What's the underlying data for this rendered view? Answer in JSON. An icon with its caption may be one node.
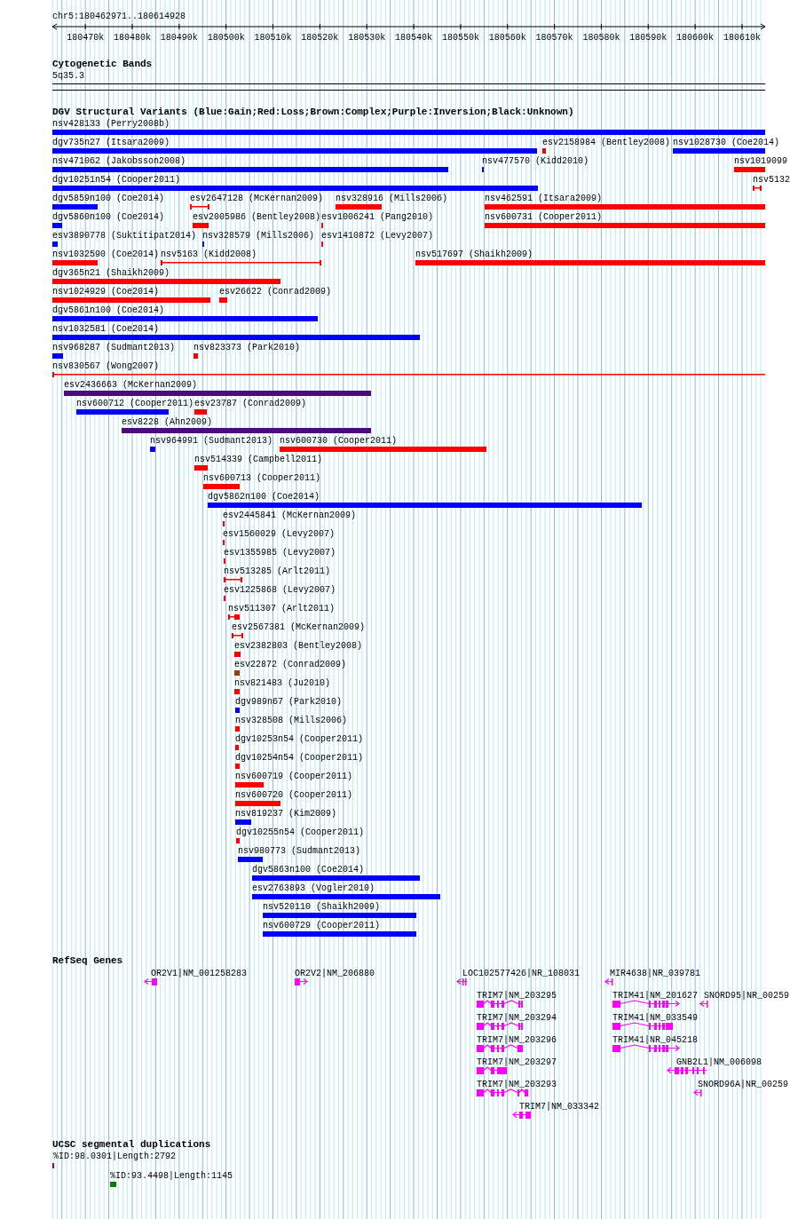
{
  "diagram": {
    "labels": [
      "chr5:180462971..180614928",
      "180470k",
      "180480k",
      "180490k",
      "180500k",
      "180510k",
      "180520k",
      "180530k",
      "180540k",
      "180550k",
      "180560k",
      "180570k",
      "180580k",
      "180590k",
      "180600k",
      "180610k",
      "Cytogenetic Bands",
      "5q35.3",
      "DGV Structural Variants (Blue:Gain;Red:Loss;Brown:Complex;Purple:Inversion;Black:Unknown)",
      "nsv428133 (Perry2008b)",
      "dgv735n27 (Itsara2009)",
      "esv2158984 (Bentley2008)",
      "nsv1028730 (Coe2014)",
      "nsv471062 (Jakobsson2008)",
      "nsv477570 (Kidd2010)",
      "nsv1019099",
      "dgv10251n54 (Cooper2011)",
      "nsv5132",
      "dgv5859n100 (Coe2014)",
      "esv2647128 (McKernan2009)",
      "nsv328916 (Mills2006)",
      "nsv462591 (Itsara2009)",
      "dgv5860n100 (Coe2014)",
      "esv2005986 (Bentley2008)",
      "esv1006241 (Pang2010)",
      "nsv600731 (Cooper2011)",
      "esv3890778 (Suktitipat2014)",
      "nsv328579 (Mills2006)",
      "esv1410872 (Levy2007)",
      "nsv1032590 (Coe2014)",
      "nsv5163 (Kidd2008)",
      "nsv517697 (Shaikh2009)",
      "dgv365n21 (Shaikh2009)",
      "nsv1024929 (Coe2014)",
      "esv26622 (Conrad2009)",
      "dgv5861n100 (Coe2014)",
      "nsv1032581 (Coe2014)",
      "nsv968287 (Sudmant2013)",
      "nsv823373 (Park2010)",
      "nsv830567 (Wong2007)",
      "esv2436663 (McKernan2009)",
      "nsv600712 (Cooper2011)",
      "esv23787 (Conrad2009)",
      "esv8228 (Ahn2009)",
      "nsv964991 (Sudmant2013)",
      "nsv600730 (Cooper2011)",
      "nsv514339 (Campbell2011)",
      "nsv600713 (Cooper2011)",
      "dgv5862n100 (Coe2014)",
      "esv2445841 (McKernan2009)",
      "esv1560029 (Levy2007)",
      "esv1355985 (Levy2007)",
      "nsv513285 (Arlt2011)",
      "esv1225868 (Levy2007)",
      "nsv511307 (Arlt2011)",
      "esv2567381 (McKernan2009)",
      "esv2382803 (Bentley2008)",
      "esv22872 (Conrad2009)",
      "nsv821483 (Ju2010)",
      "dgv989n67 (Park2010)",
      "nsv328508 (Mills2006)",
      "dgv10253n54 (Cooper2011)",
      "dgv10254n54 (Cooper2011)",
      "nsv600719 (Cooper2011)",
      "nsv600720 (Cooper2011)",
      "nsv819237 (Kim2009)",
      "dgv10255n54 (Cooper2011)",
      "nsv980773 (Sudmant2013)",
      "dgv5863n100 (Coe2014)",
      "esv2763893 (Vogler2010)",
      "nsv520110 (Shaikh2009)",
      "nsv600729 (Cooper2011)",
      "RefSeq Genes",
      "OR2V1|NM_001258283",
      "OR2V2|NM_206880",
      "LOC102577426|NR_108031",
      "MIR4638|NR_039781",
      "TRIM7|NM_203295",
      "TRIM41|NM_201627",
      "SNORD95|NR_00259",
      "TRIM7|NM_203294",
      "TRIM41|NM_033549",
      "TRIM7|NM_203296",
      "TRIM41|NR_045218",
      "TRIM7|NM_203297",
      "GNB2L1|NM_006098",
      "TRIM7|NM_203293",
      "SNORD96A|NR_00259",
      "TRIM7|NM_033342",
      "UCSC segmental duplications",
      "%ID:98.0301|Length:2792",
      "%ID:93.4498|Length:1145"
    ]
  }
}
